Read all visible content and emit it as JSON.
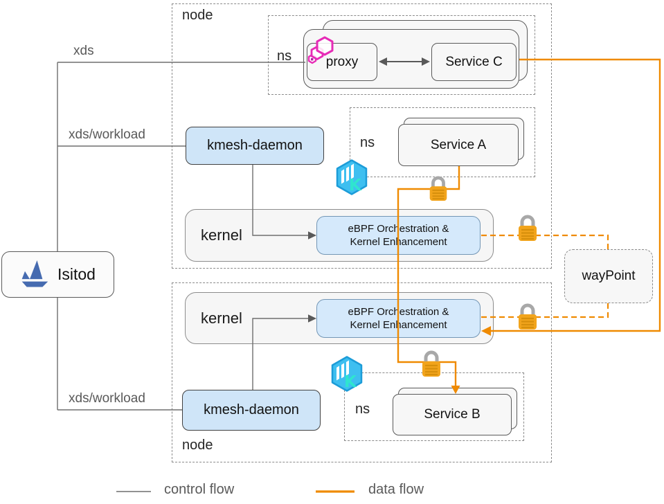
{
  "labels": {
    "istiod": "Isitod",
    "xds": "xds",
    "xds_workload": "xds/workload",
    "node": "node",
    "ns": "ns",
    "proxy": "proxy",
    "service_a": "Service A",
    "service_b": "Service B",
    "service_c": "Service C",
    "kmesh_daemon": "kmesh-daemon",
    "kernel": "kernel",
    "ebpf_line1": "eBPF Orchestration &",
    "ebpf_line2": "Kernel Enhancement",
    "waypoint": "wayPoint"
  },
  "legend": {
    "control": "control flow",
    "data": "data flow"
  },
  "colors": {
    "data_flow": "#EF8A00",
    "control_flow": "#6e6e6e",
    "box_blue": "#CFE5F8",
    "lock_body": "#F2A41C"
  },
  "icons": {
    "istio": "istio-sailboat",
    "proxy": "pink-hexagons",
    "kmesh": "kmesh-cube",
    "lock": "padlock"
  }
}
